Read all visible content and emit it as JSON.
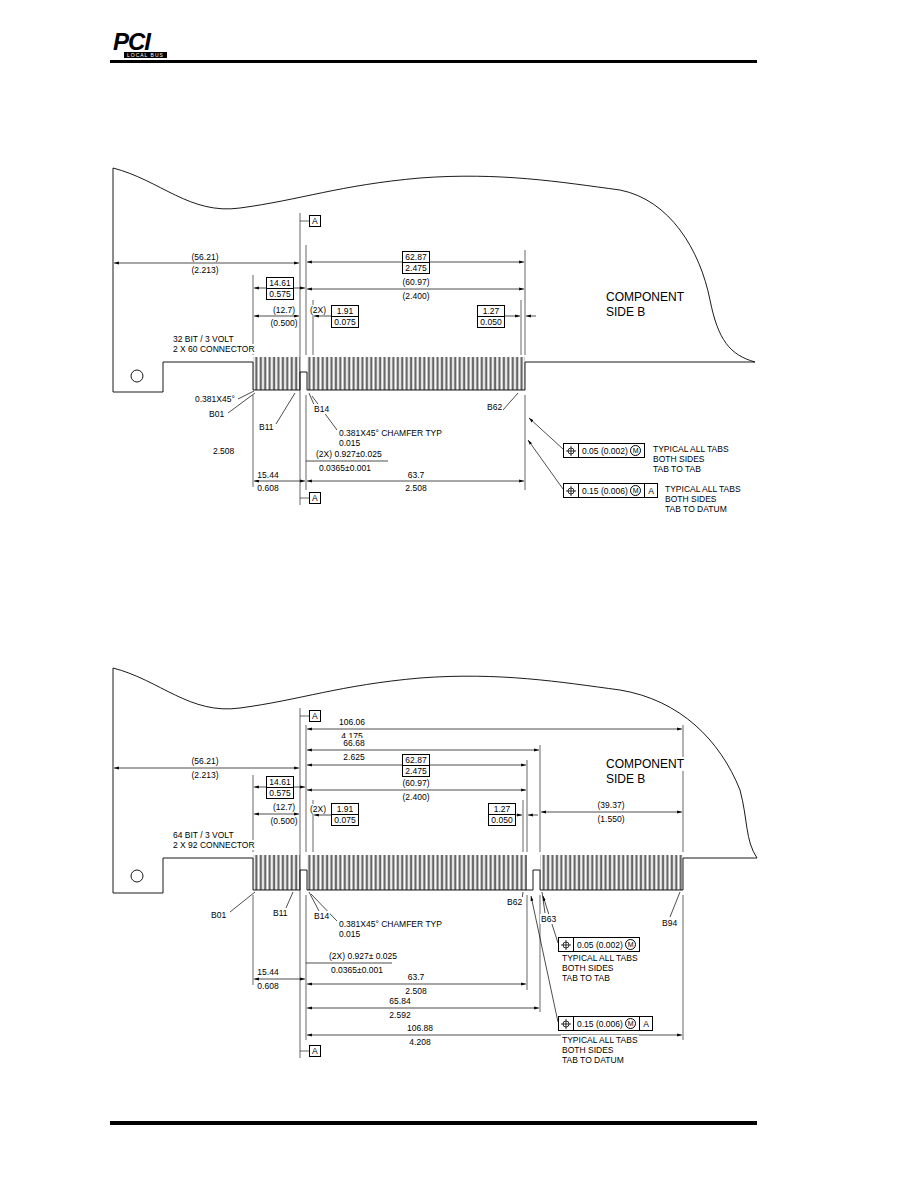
{
  "diagram": {
    "nodes": [
      {
        "text": [
          "A"
        ]
      },
      {
        "text": [
          "62.87",
          "2.475"
        ]
      },
      {
        "text": [
          "14.61",
          "0.575"
        ]
      },
      {
        "text": [
          "1.91",
          "0.075"
        ]
      },
      {
        "text": [
          "1.27",
          "0.050"
        ]
      },
      {
        "text": [
          "0.05 (0.002)",
          "M"
        ]
      },
      {
        "text": [
          "0.15 (0.006)",
          "M",
          "A"
        ]
      },
      {
        "text": [
          "A"
        ]
      },
      {
        "text": [
          "A"
        ]
      },
      {
        "text": [
          "62.87",
          "2.475"
        ]
      },
      {
        "text": [
          "14.61",
          "0.575"
        ]
      },
      {
        "text": [
          "1.91",
          "0.075"
        ]
      },
      {
        "text": [
          "1.27",
          "0.050"
        ]
      },
      {
        "text": [
          "0.05 (0.002)",
          "M"
        ]
      },
      {
        "text": [
          "0.15 (0.006)",
          "M",
          "A"
        ]
      },
      {
        "text": [
          "A"
        ]
      }
    ],
    "labels": [
      "PCI",
      "LOCAL BUS",
      "(56.21)",
      "(2.213)",
      "(60.97)",
      "(2.400)",
      "(12.7)",
      "(0.500)",
      "(2X)",
      "COMPONENT",
      "SIDE B",
      "32 BIT / 3 VOLT",
      "2 X 60 CONNECTOR",
      "0.381X45°",
      "B01",
      "B11",
      "B14",
      "0.381X45° CHAMFER TYP",
      "0.015",
      "B62",
      "2.508",
      "(2X) 0.927±0.025",
      "0.0365±0.001",
      "15.44",
      "0.608",
      "63.7",
      "2.508",
      "TYPICAL ALL TABS",
      "BOTH SIDES",
      "TAB TO TAB",
      "TYPICAL ALL TABS",
      "BOTH SIDES",
      "TAB TO DATUM",
      "106.06",
      "4.175",
      "66.68",
      "2.625",
      "(56.21)",
      "(2.213)",
      "(60.97)",
      "(2.400)",
      "(12.7)",
      "(0.500)",
      "(2X)",
      "(39.37)",
      "(1.550)",
      "COMPONENT",
      "SIDE B",
      "64 BIT / 3 VOLT",
      "2 X 92 CONNECTOR",
      "B01",
      "B11",
      "B14",
      "0.381X45° CHAMFER TYP",
      "0.015",
      "B62",
      "B63",
      "B94",
      "(2X) 0.927± 0.025",
      "0.0365±0.001",
      "15.44",
      "0.608",
      "63.7",
      "2.508",
      "65.84",
      "2.592",
      "106.88",
      "4.208",
      "TYPICAL ALL TABS",
      "BOTH SIDES",
      "TAB TO TAB",
      "TYPICAL ALL TABS",
      "BOTH SIDES",
      "TAB TO DATUM"
    ]
  }
}
